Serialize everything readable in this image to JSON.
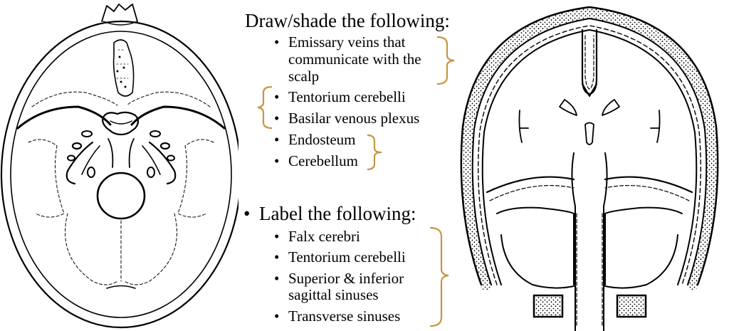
{
  "heading_draw": "Draw/shade the following:",
  "draw_items": [
    "Emissary veins that",
    "communicate with the",
    "scalp",
    "Tentorium cerebelli",
    "Basilar venous plexus",
    "Endosteum",
    "Cerebellum"
  ],
  "heading_label": "Label the following:",
  "label_items": [
    "Falx cerebri",
    "Tentorium cerebelli",
    "Superior & inferior",
    "sagittal sinuses",
    "Transverse sinuses"
  ],
  "bullet_glyph": "•",
  "colors": {
    "bracket": "#c8963e",
    "ink": "#000000"
  },
  "figures": {
    "left": "skull-base-interior-view",
    "right": "coronal-section-dura-meninges"
  }
}
